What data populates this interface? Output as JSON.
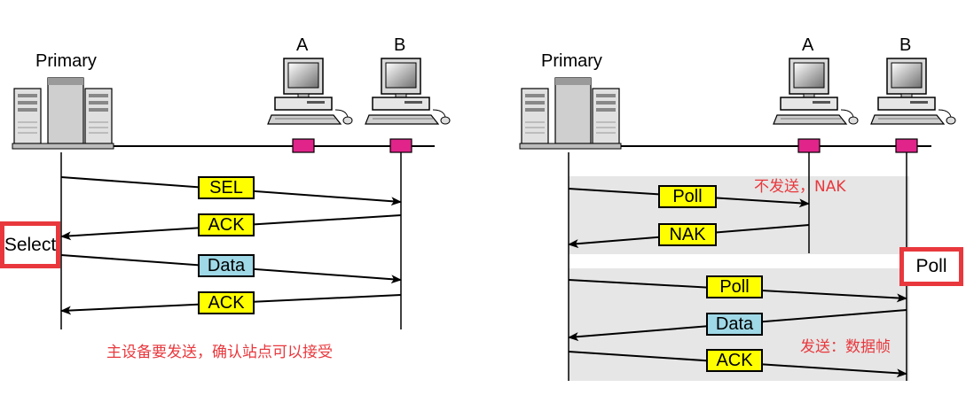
{
  "left": {
    "primary_label": "Primary",
    "station_a_label": "A",
    "station_b_label": "B",
    "messages": [
      "SEL",
      "ACK",
      "Data",
      "ACK"
    ],
    "side_label": "Select",
    "note": "主设备要发送，确认站点可以接受"
  },
  "right": {
    "primary_label": "Primary",
    "station_a_label": "A",
    "station_b_label": "B",
    "messages": [
      "Poll",
      "NAK",
      "Poll",
      "Data",
      "ACK"
    ],
    "side_label": "Poll",
    "note_nak": "不发送，NAK",
    "note_data": "发送：数据帧"
  },
  "colors": {
    "message_yellow": "#ffff00",
    "message_blue": "#9fd8e6",
    "highlight_red": "#e8383d",
    "link_connector": "#e0248a",
    "shaded_region": "#e6e6e6"
  }
}
